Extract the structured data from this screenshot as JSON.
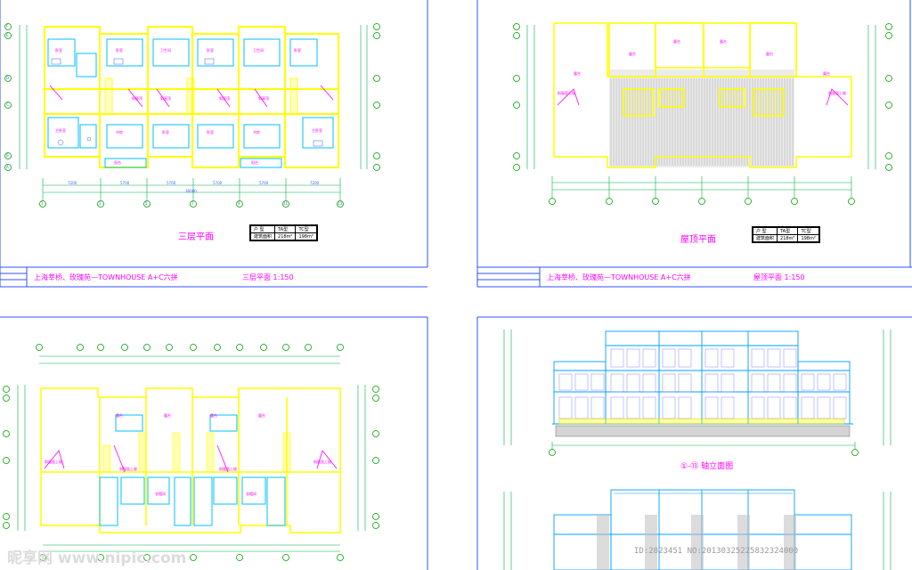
{
  "sheets": {
    "third_floor": {
      "plan_title": "三层平面",
      "table": {
        "headers": [
          "户 型",
          "TA型",
          "TC型"
        ],
        "row_label": "建筑面积",
        "values": [
          "218m²",
          "198m²"
        ]
      },
      "project_title": "上海莘桥、玫瑰苑—TOWNHOUSE A+C六拼",
      "sheet_title": "三层平面 1:150"
    },
    "roof": {
      "plan_title": "屋顶平面",
      "table": {
        "headers": [
          "户 型",
          "TA型",
          "TC型"
        ],
        "row_label": "建筑面积",
        "values": [
          "218m²",
          "198m²"
        ]
      },
      "project_title": "上海莘桥、玫瑰苑—TOWNHOUSE A+C六拼",
      "sheet_title": "屋顶平面 1:150"
    },
    "elevation": {
      "elevation_title": "①-⑬ 轴立面图"
    }
  },
  "axes": {
    "numbers": [
      "1",
      "3",
      "5",
      "7",
      "9",
      "11",
      "13"
    ],
    "letters_top": [
      "F",
      "E"
    ],
    "letters_mid": [
      "D",
      "C"
    ],
    "letters_bottom": [
      "B",
      "A"
    ],
    "dims": [
      "7200",
      "5700",
      "5700",
      "5700",
      "5700",
      "7200"
    ],
    "total": "36000"
  },
  "watermark": {
    "logo": "昵享网 www.nipic.com",
    "id_text": "ID:2823451 NO:20130325225832324000"
  },
  "colors": {
    "wall": "#ffff00",
    "axis": "#00a000",
    "dim": "#00b050",
    "room": "#ff00ff",
    "cyan": "#00c0ff",
    "blue": "#4060ff",
    "frame": "#3050ff"
  }
}
